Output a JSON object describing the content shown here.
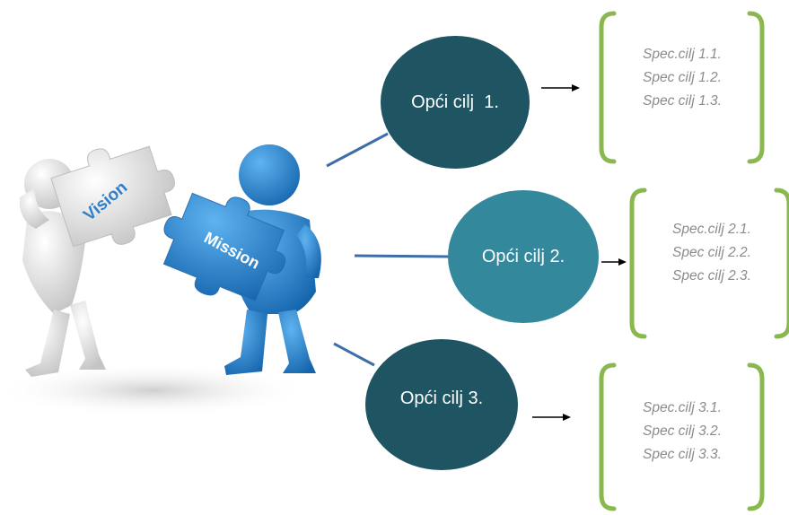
{
  "illustration": {
    "puzzle_left_label": "Vision",
    "puzzle_right_label": "Mission"
  },
  "goals": [
    {
      "label": "Opći cilj  1.",
      "color": "#1f5563",
      "specs": [
        "Spec.cilj 1.1.",
        "Spec cilj 1.2.",
        "Spec cilj 1.3."
      ]
    },
    {
      "label": "Opći cilj 2.",
      "color": "#33889c",
      "specs": [
        "Spec.cilj 2.1.",
        "Spec cilj 2.2.",
        "Spec cilj 2.3."
      ]
    },
    {
      "label": "Opći cilj 3.",
      "color": "#1f5563",
      "specs": [
        "Spec.cilj 3.1.",
        "Spec cilj 3.2.",
        "Spec cilj 3.3."
      ]
    }
  ],
  "colors": {
    "connector": "#3d6ea8",
    "bracket": "#8ab84f",
    "arrow": "#000000",
    "figure_blue": "#2b87d1",
    "figure_white": "#e6e6e6",
    "puzzle_blue": "#3a8fd4",
    "puzzle_text": "#ffffff",
    "vision_text": "#2f7fc9"
  }
}
